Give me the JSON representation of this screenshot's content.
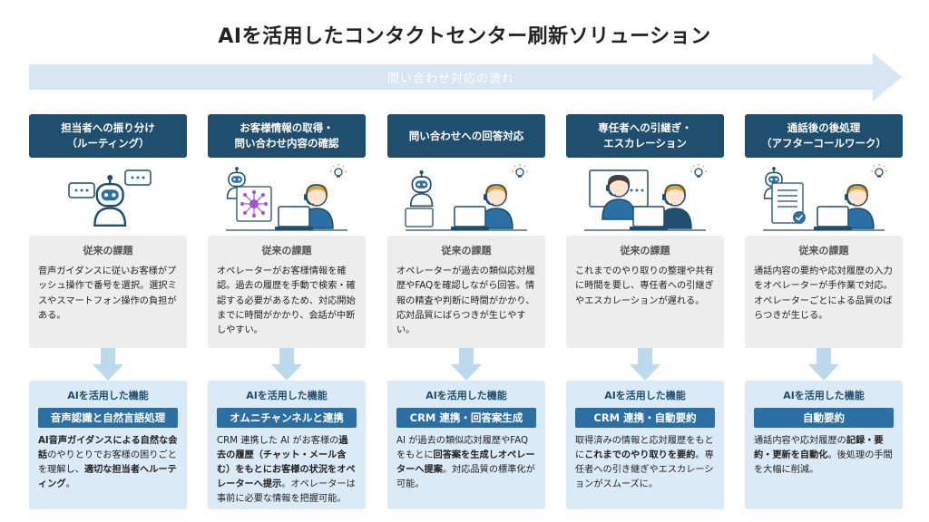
{
  "title": "AIを活用したコンタクトセンター刷新ソリューション",
  "flow_label": "問い合わせ対応の流れ",
  "colors": {
    "stage_header": "#1f4e6e",
    "flow_arrow": "#d7e6f2",
    "issue_box": "#ededed",
    "ai_box": "#dbeaf7",
    "ai_label": "#2c6fa3",
    "down_arrow": "#bcd9ee"
  },
  "columns": [
    {
      "stage_line1": "担当者への振り分け",
      "stage_line2": "（ルーティング）",
      "illustration_icon": "robot-chat-bubbles-icon",
      "issue_heading": "従来の課題",
      "issue_text": "音声ガイダンスに従いお客様がプッシュ操作で番号を選択。選択ミスやスマートフォン操作の負担がある。",
      "ai_heading": "AIを活用した機能",
      "ai_label": "音声認識と自然言語処理",
      "ai_parts": [
        {
          "text": "AI音声ガイダンスによる自然な会話",
          "bold": true
        },
        {
          "text": "のやりとりでお客様の困りごとを理解し、",
          "bold": false
        },
        {
          "text": "適切な担当者へルーティング",
          "bold": true
        },
        {
          "text": "。",
          "bold": false
        }
      ]
    },
    {
      "stage_line1": "お客様情報の取得・",
      "stage_line2": "問い合わせ内容の確認",
      "illustration_icon": "robot-network-operator-icon",
      "issue_heading": "従来の課題",
      "issue_text": "オペレーターがお客様情報を確認。過去の履歴を手動で検索・確認する必要があるため、対応開始までに時間がかかり、会話が中断しやすい。",
      "ai_heading": "AIを活用した機能",
      "ai_label": "オムニチャンネルと連携",
      "ai_parts": [
        {
          "text": "CRM 連携した AI がお客様の",
          "bold": false
        },
        {
          "text": "過去の履歴（チャット・メール含む）をもとにお客様の状況をオペレーターへ提示",
          "bold": true
        },
        {
          "text": "。オペレーターは事前に必要な情報を把握可能。",
          "bold": false
        }
      ]
    },
    {
      "stage_line1": "問い合わせへの回答対応",
      "stage_line2": "",
      "illustration_icon": "robot-operator-laptop-icon",
      "issue_heading": "従来の課題",
      "issue_text": "オペレーターが過去の類似応対履歴やFAQを確認しながら回答。情報の精査や判断に時間がかかり、応対品質にばらつきが生じやすい。",
      "ai_heading": "AIを活用した機能",
      "ai_label": "CRM 連携・回答案生成",
      "ai_parts": [
        {
          "text": "AI が過去の類似応対履歴やFAQをもとに",
          "bold": false
        },
        {
          "text": "回答案を生成しオペレーターへ提案",
          "bold": true
        },
        {
          "text": "。対応品質の標準化が可能。",
          "bold": false
        }
      ]
    },
    {
      "stage_line1": "専任者への引継ぎ・",
      "stage_line2": "エスカレーション",
      "illustration_icon": "video-call-operator-icon",
      "issue_heading": "従来の課題",
      "issue_text": "これまでのやり取りの整理や共有に時間を要し、専任者への引継ぎやエスカレーションが遅れる。",
      "ai_heading": "AIを活用した機能",
      "ai_label": "CRM 連携・自動要約",
      "ai_parts": [
        {
          "text": "取得済みの情報と応対履歴をもとに",
          "bold": false
        },
        {
          "text": "これまでのやり取りを要約",
          "bold": true
        },
        {
          "text": "。専任者への引き継ぎやエスカレーションがスムーズに。",
          "bold": false
        }
      ]
    },
    {
      "stage_line1": "通話後の後処理",
      "stage_line2": "（アフターコールワーク）",
      "illustration_icon": "robot-document-operator-icon",
      "issue_heading": "従来の課題",
      "issue_text": "通話内容の要約や応対履歴の入力をオペレーターが手作業で対応。オペレーターごとによる品質のばらつきが生じる。",
      "ai_heading": "AIを活用した機能",
      "ai_label": "自動要約",
      "ai_parts": [
        {
          "text": "通話内容や応対履歴の",
          "bold": false
        },
        {
          "text": "記録・要約・更新を自動化",
          "bold": true
        },
        {
          "text": "。後処理の手間を大幅に削減。",
          "bold": false
        }
      ]
    }
  ]
}
